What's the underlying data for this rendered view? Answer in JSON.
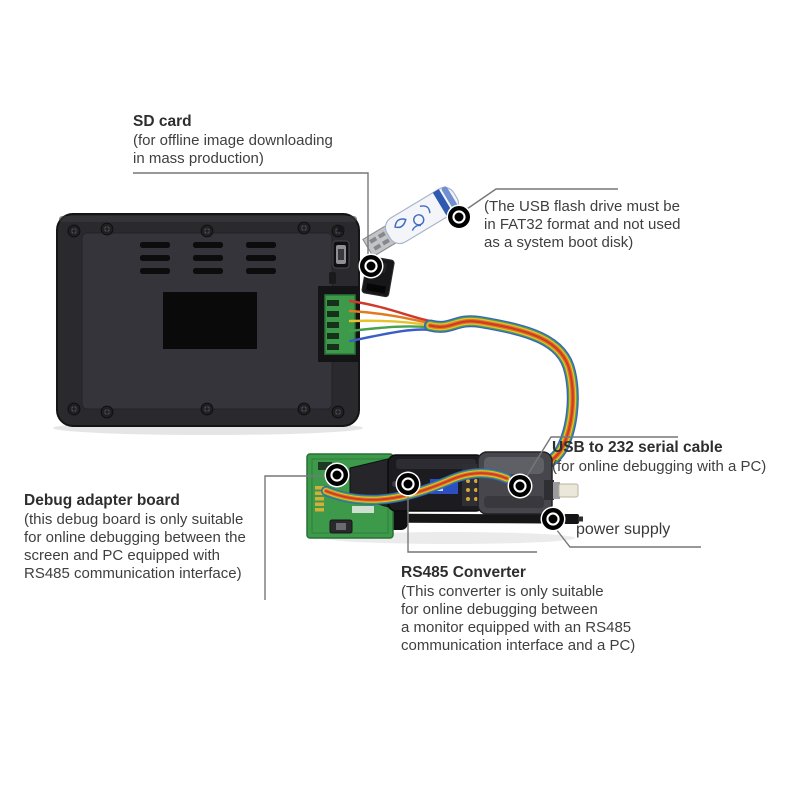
{
  "figure": {
    "description": "annotated product photo diagram of HMI display back panel with debugging accessories",
    "background": "#ffffff"
  },
  "annotations": {
    "sd_card": {
      "title": "SD card",
      "lines": [
        "(for offline image downloading",
        "in mass production)"
      ]
    },
    "usb_flash_note": {
      "lines": [
        "(The USB flash drive must be",
        "in FAT32 format and not used",
        "as a system boot disk)"
      ]
    },
    "usb_serial": {
      "title": "USB to 232 serial cable",
      "lines": [
        "(for online debugging with a PC)"
      ]
    },
    "power_supply": {
      "title": "power supply"
    },
    "debug_board": {
      "title": "Debug adapter board",
      "lines": [
        "(this debug board is only suitable",
        "for online debugging between the",
        "screen and PC equipped with",
        "RS485 communication interface)"
      ]
    },
    "rs485_converter": {
      "title": "RS485 Converter",
      "lines": [
        "(This converter is only suitable",
        "for online debugging between",
        "a monitor equipped with an RS485",
        "communication interface and a PC)"
      ]
    }
  },
  "markers": {
    "style": "black target dot with white ring",
    "items": [
      "sd-card-marker",
      "usb-flash-marker",
      "debug-board-marker",
      "rs485-marker",
      "usb-serial-marker",
      "power-marker"
    ]
  },
  "colors": {
    "title_text": "#2e2e30",
    "body_text": "#3f3f41",
    "callout_line": "#77777a",
    "marker": "#000000",
    "device_body": "#2a2a2e",
    "device_plate": "#35353a",
    "pcb_green": "#3c9a4a",
    "wire_red": "#d03a2a",
    "wire_orange": "#e07b1f",
    "wire_yellow": "#e6c32e",
    "wire_green": "#46a04e",
    "wire_blue": "#3a5ec6",
    "usb_drive_blue": "#3f6cc0"
  }
}
